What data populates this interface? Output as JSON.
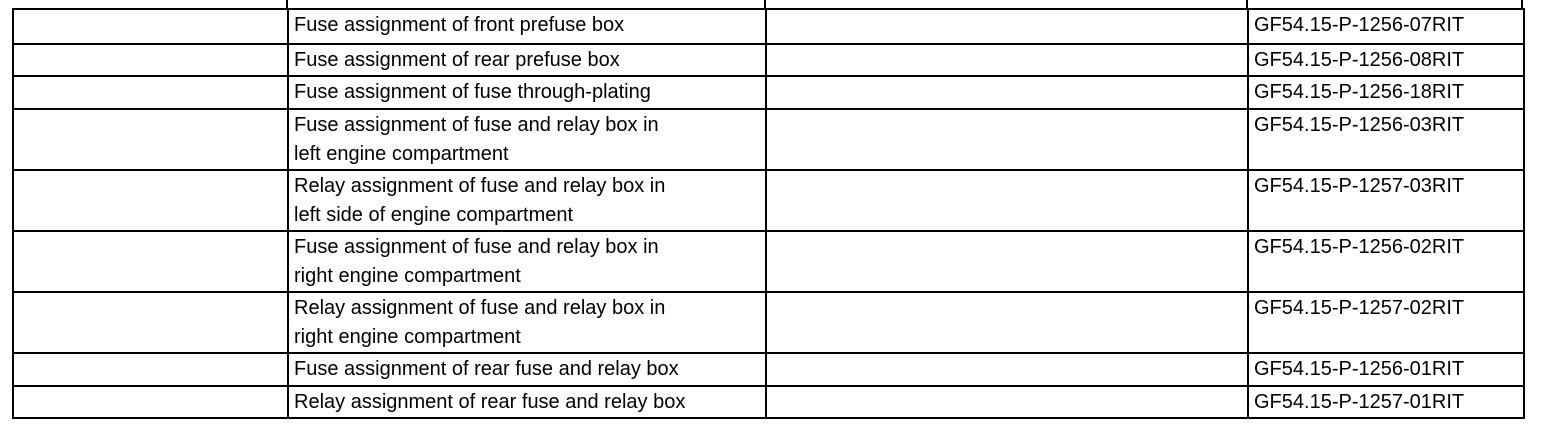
{
  "colors": {
    "background": "#ffffff",
    "border": "#000000",
    "text": "#000000"
  },
  "table": {
    "columns": [
      "label",
      "description",
      "spacer",
      "document_code"
    ],
    "rows": [
      {
        "label": "",
        "description": "Fuse assignment of front prefuse box",
        "spacer": "",
        "code": "GF54.15-P-1256-07RIT"
      },
      {
        "label": "",
        "description": "Fuse assignment of rear prefuse box",
        "spacer": "",
        "code": "GF54.15-P-1256-08RIT"
      },
      {
        "label": "",
        "description": "Fuse assignment of fuse through-plating",
        "spacer": "",
        "code": "GF54.15-P-1256-18RIT"
      },
      {
        "label": "",
        "description": "Fuse assignment of fuse and relay box in\nleft engine compartment",
        "spacer": "",
        "code": "GF54.15-P-1256-03RIT"
      },
      {
        "label": "",
        "description": "Relay assignment of fuse and relay box in\nleft side of engine compartment",
        "spacer": "",
        "code": "GF54.15-P-1257-03RIT"
      },
      {
        "label": "",
        "description": "Fuse assignment of fuse and relay box in\nright engine compartment",
        "spacer": "",
        "code": "GF54.15-P-1256-02RIT"
      },
      {
        "label": "",
        "description": "Relay assignment of fuse and relay box in\nright engine compartment",
        "spacer": "",
        "code": "GF54.15-P-1257-02RIT"
      },
      {
        "label": "",
        "description": "Fuse assignment of rear fuse and relay box",
        "spacer": "",
        "code": "GF54.15-P-1256-01RIT"
      },
      {
        "label": "",
        "description": "Relay assignment of rear fuse and relay box",
        "spacer": "",
        "code": "GF54.15-P-1257-01RIT"
      }
    ]
  }
}
